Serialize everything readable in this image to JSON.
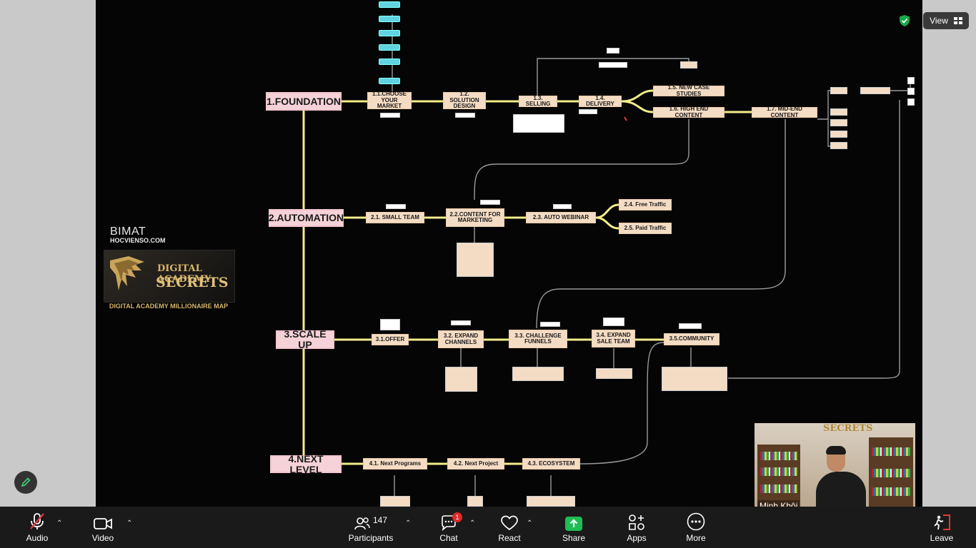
{
  "window": {
    "view_label": "View",
    "security_status": "encrypted"
  },
  "shared_screen": {
    "brand": {
      "site_big": "BIMAT",
      "site_small": "HOCVIENSO.COM",
      "logo_line1": "DIGITAL ACADEMY",
      "logo_line2": "SECRETS",
      "tagline": "DIGITAL ACADEMY MILLIONAIRE MAP"
    },
    "mind_map": {
      "main_nodes": [
        "1.FOUNDATION",
        "2.AUTOMATION",
        "3.SCALE UP",
        "4.NEXT LEVEL"
      ],
      "foundation_steps": [
        "1.1.CHOOSE YOUR MARKET",
        "1.2. SOLUTION DESIGN",
        "1.3. SELLING",
        "1.4. DELIVERY",
        "1.5. NEW CASE STUDIES",
        "1.6. HIGH END CONTENT",
        "1.7. MID-END CONTENT"
      ],
      "automation_steps": [
        "2.1. SMALL TEAM",
        "2.2.CONTENT FOR MARKETING",
        "2.3. AUTO WEBINAR",
        "2.4. Free Traffic",
        "2.5. Paid Traffic"
      ],
      "scaleup_steps": [
        "3.1.OFFER",
        "3.2. EXPAND CHANNELS",
        "3.3. CHALLENGE FUNNELS",
        "3.4. EXPAND SALE TEAM",
        "3.5.COMMUNITY"
      ],
      "nextlevel_steps": [
        "4.1. Next Programs",
        "4.2. Next Project",
        "4.3. ECOSYSTEM"
      ]
    }
  },
  "video": {
    "participant_name": "Minh Khôi",
    "backdrop_text": "SECRETS"
  },
  "toolbar": {
    "audio": "Audio",
    "video": "Video",
    "participants": "Participants",
    "participants_count": "147",
    "chat": "Chat",
    "chat_badge": "1",
    "react": "React",
    "share": "Share",
    "apps": "Apps",
    "more": "More",
    "leave": "Leave"
  },
  "colors": {
    "toolbar_bg": "#1a1a1a",
    "share_green": "#1fbd54",
    "badge_red": "#e02828",
    "shield_green": "#19a94a",
    "map_line": "#f2ec8a",
    "node_fill": "#f4dcc4",
    "main_node_fill": "#f5d2d8"
  }
}
